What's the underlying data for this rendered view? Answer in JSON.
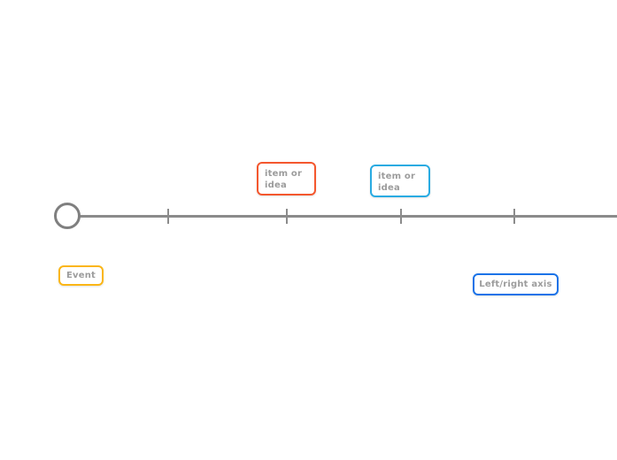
{
  "diagram": {
    "background_color": "#ffffff",
    "timeline": {
      "line_color": "#8b8b8b",
      "start_marker": "circle",
      "tick_count": 4
    },
    "text_color": "#9c9c9c",
    "nodes": [
      {
        "label": "item or idea",
        "border_color": "#f4572e"
      },
      {
        "label": "item or idea",
        "border_color": "#29abe2"
      },
      {
        "label": "Event",
        "border_color": "#fbb616"
      },
      {
        "label": "Left/right axis",
        "border_color": "#1a73e8"
      }
    ]
  }
}
